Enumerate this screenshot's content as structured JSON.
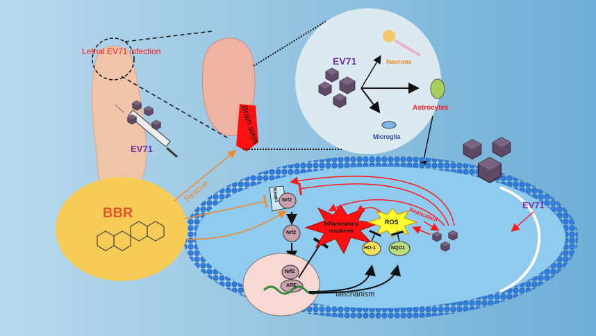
{
  "title_infection": "Lethal EV71 infection",
  "labels": {
    "ev71_mouse": "EV71",
    "brain_stem": "Brain stem",
    "ev71_circle": "EV71",
    "neurons": "Neurons",
    "astrocytes": "Astrocytes",
    "microglia": "Microglia",
    "ev71_cell": "EV71",
    "bbr": "BBR",
    "rescue": "Rescue",
    "keap1": "Keap1",
    "nrf2_a": "Nrf2",
    "nrf2_b": "Nrf2",
    "nrf2_c": "Nrf2",
    "are": "ARE",
    "inflammatory": "Inflammatory response",
    "ros": "ROS",
    "replication": "Replication",
    "ho1": "HO-1",
    "nqo1": "NQO1",
    "mechanism": "Mechanism"
  },
  "colors": {
    "red": "#ff1a1a",
    "purple": "#7030a0",
    "orange": "#f08a2a",
    "blue": "#2f4f9f",
    "virus": "#5e4a64"
  }
}
